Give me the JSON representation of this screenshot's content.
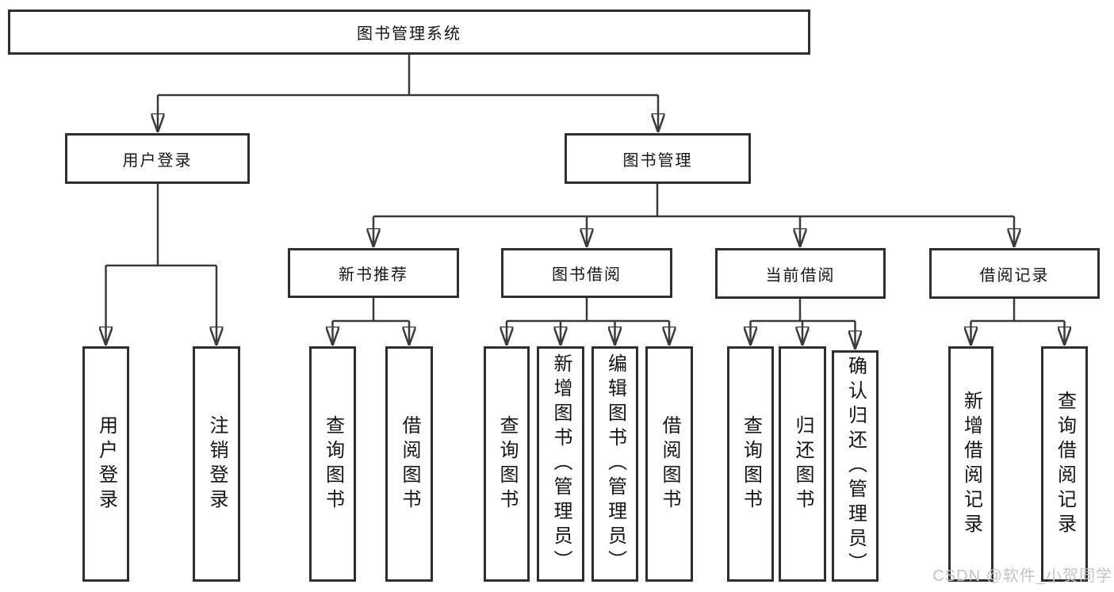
{
  "tree": {
    "label": "图书管理系统",
    "children": [
      {
        "label": "用户登录",
        "children": [
          {
            "label": "用户登录"
          },
          {
            "label": "注销登录"
          }
        ]
      },
      {
        "label": "图书管理",
        "children": [
          {
            "label": "新书推荐",
            "children": [
              {
                "label": "查询图书"
              },
              {
                "label": "借阅图书"
              }
            ]
          },
          {
            "label": "图书借阅",
            "children": [
              {
                "label": "查询图书"
              },
              {
                "label": "新增图书（管理员）"
              },
              {
                "label": "编辑图书（管理员）"
              },
              {
                "label": "借阅图书"
              }
            ]
          },
          {
            "label": "当前借阅",
            "children": [
              {
                "label": "查询图书"
              },
              {
                "label": "归还图书"
              },
              {
                "label": "确认归还（管理员）"
              }
            ]
          },
          {
            "label": "借阅记录",
            "children": [
              {
                "label": "新增借阅记录"
              },
              {
                "label": "查询借阅记录"
              }
            ]
          }
        ]
      }
    ]
  },
  "watermark": {
    "text": "CSDN @软件_小贺同学"
  },
  "colors": {
    "line": "#3a3a3a",
    "box_border": "#2e2e2e",
    "text": "#141414",
    "watermark": "#c3c3c3",
    "background": "#ffffff"
  }
}
